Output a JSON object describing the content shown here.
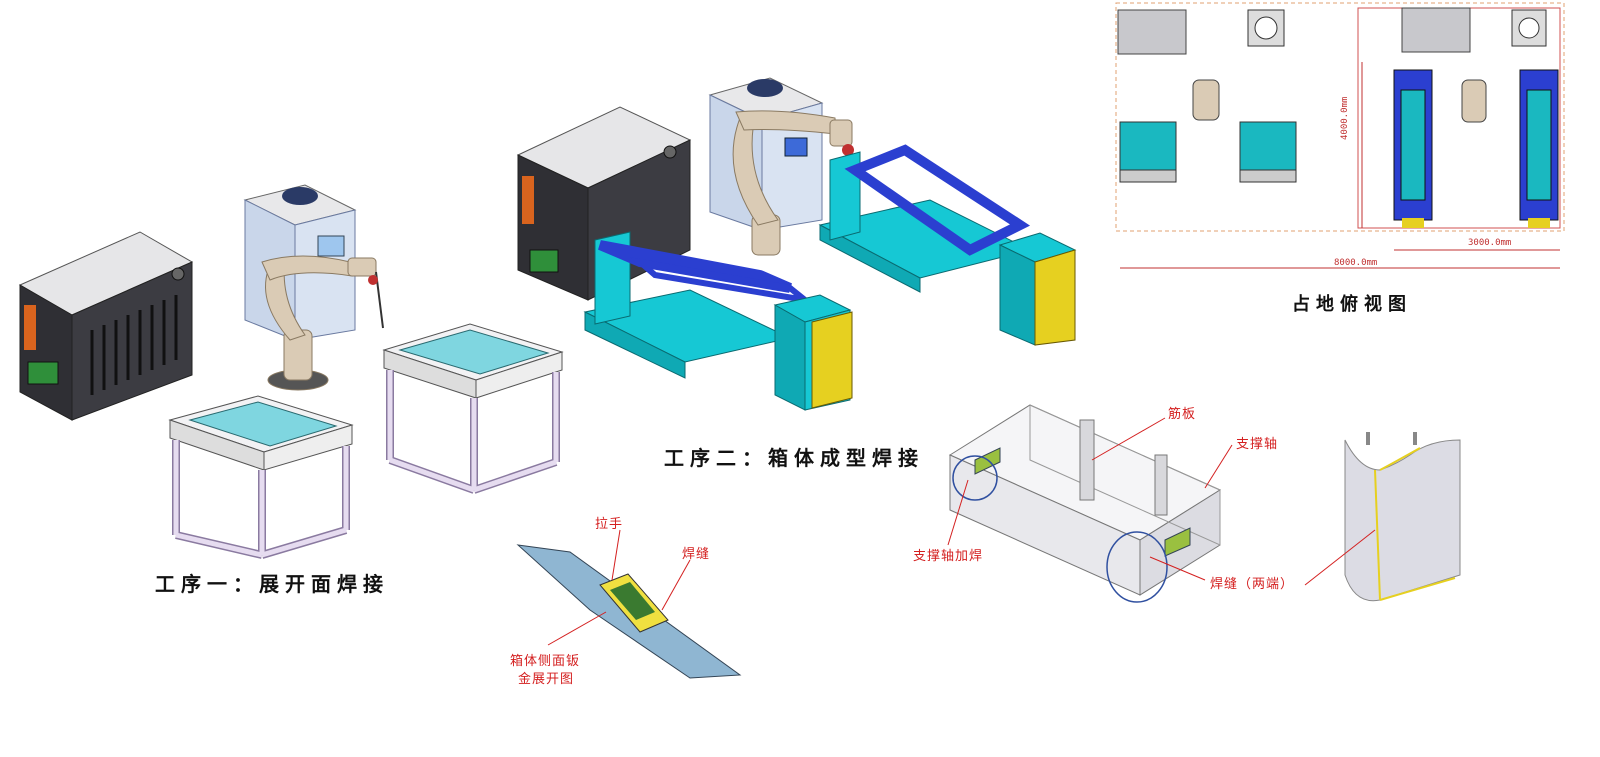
{
  "titles": {
    "process_one": "工序一：展开面焊接",
    "process_two": "工序二：箱体成型焊接",
    "floor_plan": "占地俯视图"
  },
  "labels": {
    "pull_handle": "拉手",
    "weld_seam": "焊缝",
    "sheet_unfold_line1": "箱体侧面钣",
    "sheet_unfold_line2": "金展开图",
    "rib_plate": "筋板",
    "support_shaft": "支撑轴",
    "support_shaft_weld": "支撑轴加焊",
    "weld_seam_both_ends": "焊缝（两端）"
  },
  "dimensions": {
    "height": "4000.0mm",
    "width_small": "3000.0mm",
    "width_total": "8000.0mm"
  },
  "colors": {
    "cabinet_dark": "#3a3a3f",
    "cabinet_top": "#e8e8ea",
    "robot": "#d9cbb5",
    "table_frame": "#cfc2dc",
    "cyan": "#1ad4de",
    "blue_frame": "#2b3fd0",
    "yellow_panel": "#e6d020",
    "label_red": "#d42020"
  }
}
